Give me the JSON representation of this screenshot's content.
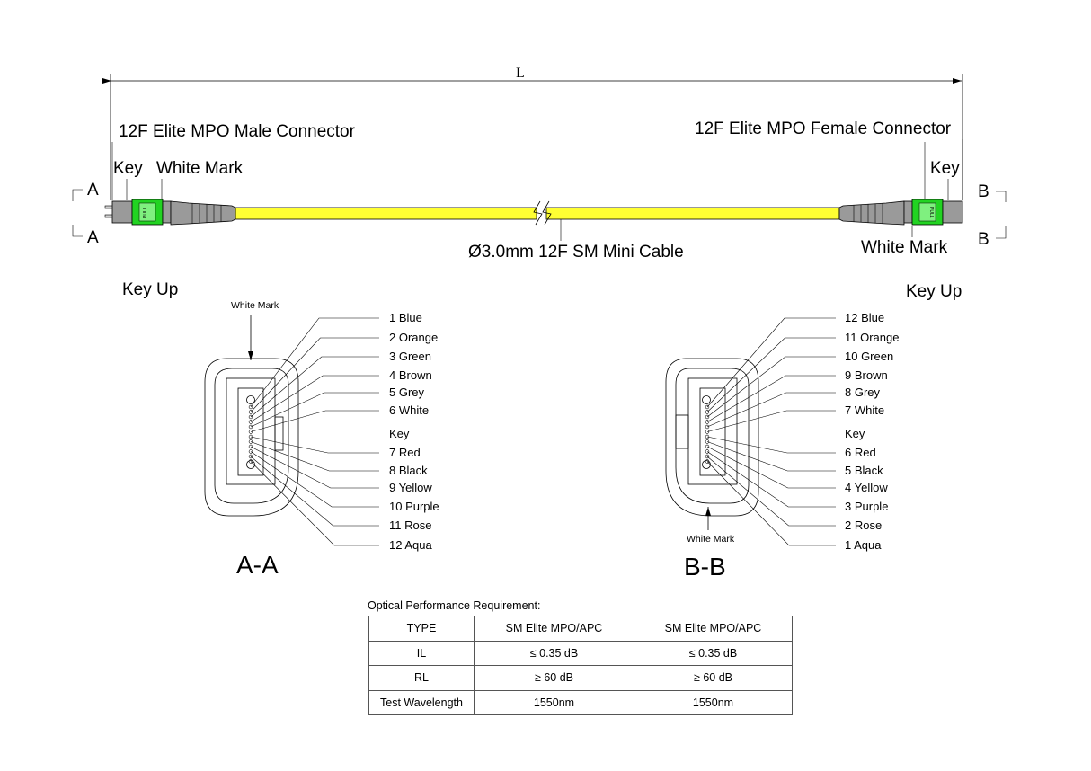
{
  "dimension_label": "L",
  "end_a": {
    "connector_label": "12F Elite MPO Male Connector",
    "key_label": "Key",
    "white_mark_label": "White Mark",
    "section_mark_top": "A",
    "section_mark_bottom": "A",
    "pull_text": "PULL"
  },
  "end_b": {
    "connector_label": "12F Elite MPO Female Connector",
    "key_label": "Key",
    "white_mark_label": "White Mark",
    "section_mark_top": "B",
    "section_mark_bottom": "B",
    "pull_text": "PULL"
  },
  "cable_label": "Ø3.0mm 12F SM Mini Cable",
  "colors": {
    "cable": "#ffff33",
    "connector_body": "#9a9a9a",
    "latch": "#22d322"
  },
  "section_a": {
    "key_up_label": "Key Up",
    "white_mark_label": "White Mark",
    "title": "A-A",
    "fibers": [
      "1 Blue",
      "2 Orange",
      "3 Green",
      "4 Brown",
      "5 Grey",
      "6 White",
      "Key",
      "7 Red",
      "8 Black",
      "9 Yellow",
      "10 Purple",
      "11 Rose",
      "12 Aqua"
    ]
  },
  "section_b": {
    "key_up_label": "Key Up",
    "white_mark_label": "White Mark",
    "title": "B-B",
    "fibers": [
      "12 Blue",
      "11 Orange",
      "10 Green",
      "9 Brown",
      "8 Grey",
      "7 White",
      "Key",
      "6 Red",
      "5 Black",
      "4 Yellow",
      "3 Purple",
      "2 Rose",
      "1 Aqua"
    ]
  },
  "performance": {
    "title": "Optical Performance Requirement:",
    "rows": [
      [
        "TYPE",
        "SM Elite MPO/APC",
        "SM Elite MPO/APC"
      ],
      [
        "IL",
        "≤ 0.35 dB",
        "≤ 0.35 dB"
      ],
      [
        "RL",
        "≥ 60 dB",
        "≥ 60 dB"
      ],
      [
        "Test Wavelength",
        "1550nm",
        "1550nm"
      ]
    ]
  }
}
